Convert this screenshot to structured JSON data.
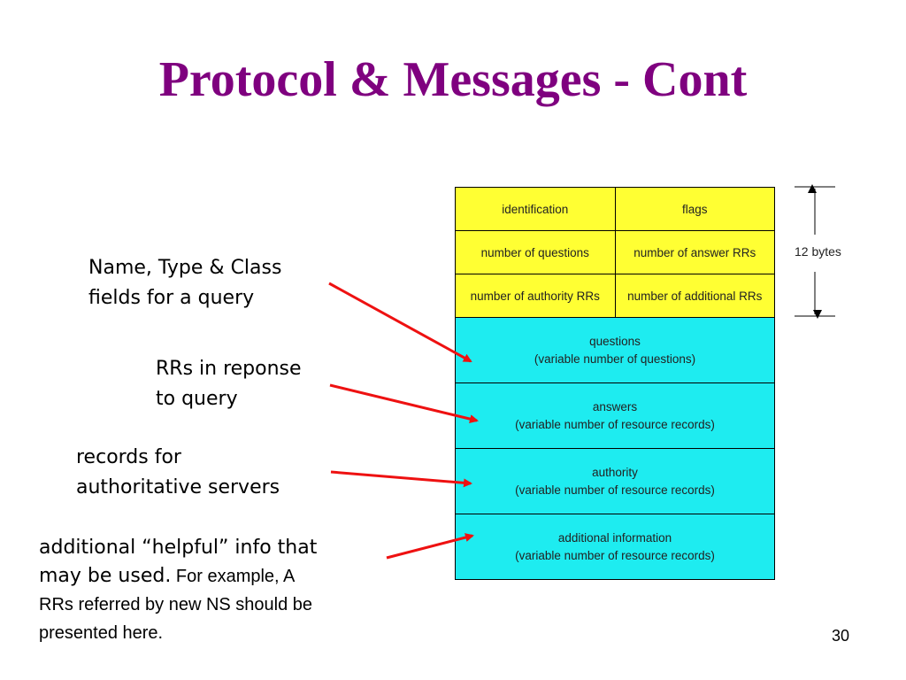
{
  "title": "Protocol & Messages - Cont",
  "header_rows": [
    {
      "left": "identification",
      "right": "flags"
    },
    {
      "left": "number of questions",
      "right": "number of answer RRs"
    },
    {
      "left": "number of authority RRs",
      "right": "number of additional RRs"
    }
  ],
  "sections": [
    {
      "line1": "questions",
      "line2": "(variable number of questions)"
    },
    {
      "line1": "answers",
      "line2": "(variable number of resource records)"
    },
    {
      "line1": "authority",
      "line2": "(variable number of resource  records)"
    },
    {
      "line1": "additional information",
      "line2": "(variable number of resource records)"
    }
  ],
  "header_size_label": "12 bytes",
  "annotations": {
    "name_type_class": {
      "line1": "Name, Type & Class",
      "line2": "fields for a query"
    },
    "rrs_response": {
      "line1": "RRs in reponse",
      "line2": "to query"
    },
    "auth_records": {
      "line1": "records for",
      "line2": "authoritative servers"
    },
    "additional": {
      "line1": "additional “helpful” info that",
      "line2_main": "may be used.",
      "line2_small": " For example, A",
      "line3": "RRs referred by new NS should be",
      "line4": "presented here."
    }
  },
  "page_number": "30",
  "colors": {
    "title": "#7f007f",
    "header_fill": "#ffff33",
    "section_fill": "#1eecf0",
    "arrow": "#ee1111"
  }
}
